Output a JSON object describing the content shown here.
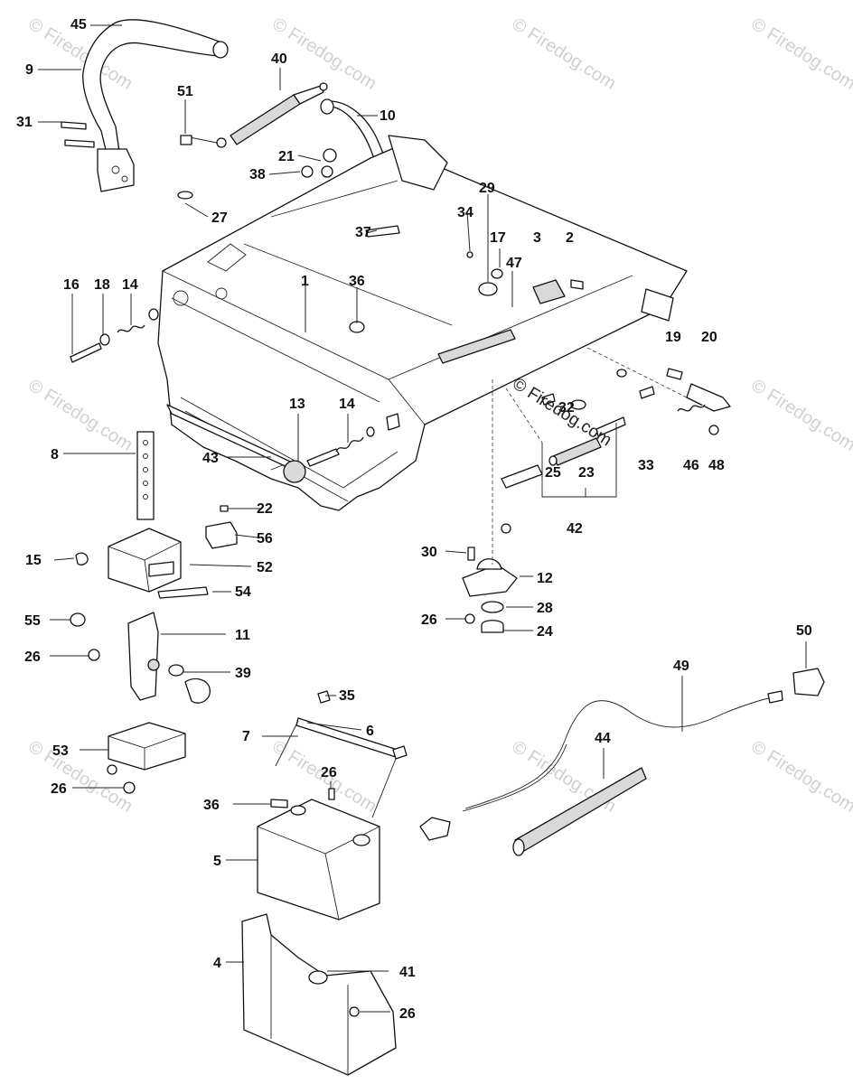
{
  "watermark": {
    "text": "© Firedog.com",
    "center_text": "© Firedog.com"
  },
  "callouts": [
    {
      "id": "45"
    },
    {
      "id": "9"
    },
    {
      "id": "31"
    },
    {
      "id": "40"
    },
    {
      "id": "51"
    },
    {
      "id": "10"
    },
    {
      "id": "21"
    },
    {
      "id": "38"
    },
    {
      "id": "27"
    },
    {
      "id": "29"
    },
    {
      "id": "34"
    },
    {
      "id": "17"
    },
    {
      "id": "3"
    },
    {
      "id": "2"
    },
    {
      "id": "37"
    },
    {
      "id": "47"
    },
    {
      "id": "16"
    },
    {
      "id": "18"
    },
    {
      "id": "14"
    },
    {
      "id": "1"
    },
    {
      "id": "36"
    },
    {
      "id": "19"
    },
    {
      "id": "20"
    },
    {
      "id": "13"
    },
    {
      "id": "14b",
      "text": "14"
    },
    {
      "id": "32"
    },
    {
      "id": "8"
    },
    {
      "id": "43"
    },
    {
      "id": "25"
    },
    {
      "id": "23"
    },
    {
      "id": "33"
    },
    {
      "id": "46"
    },
    {
      "id": "48"
    },
    {
      "id": "22"
    },
    {
      "id": "56"
    },
    {
      "id": "42"
    },
    {
      "id": "15"
    },
    {
      "id": "52"
    },
    {
      "id": "30"
    },
    {
      "id": "12"
    },
    {
      "id": "54"
    },
    {
      "id": "28"
    },
    {
      "id": "55"
    },
    {
      "id": "11"
    },
    {
      "id": "26a",
      "text": "26"
    },
    {
      "id": "24"
    },
    {
      "id": "26b",
      "text": "26"
    },
    {
      "id": "50"
    },
    {
      "id": "39"
    },
    {
      "id": "49"
    },
    {
      "id": "35"
    },
    {
      "id": "7"
    },
    {
      "id": "6"
    },
    {
      "id": "53"
    },
    {
      "id": "44"
    },
    {
      "id": "26c",
      "text": "26"
    },
    {
      "id": "26d",
      "text": "26"
    },
    {
      "id": "36b",
      "text": "36"
    },
    {
      "id": "5"
    },
    {
      "id": "4"
    },
    {
      "id": "41"
    },
    {
      "id": "26e",
      "text": "26"
    }
  ]
}
